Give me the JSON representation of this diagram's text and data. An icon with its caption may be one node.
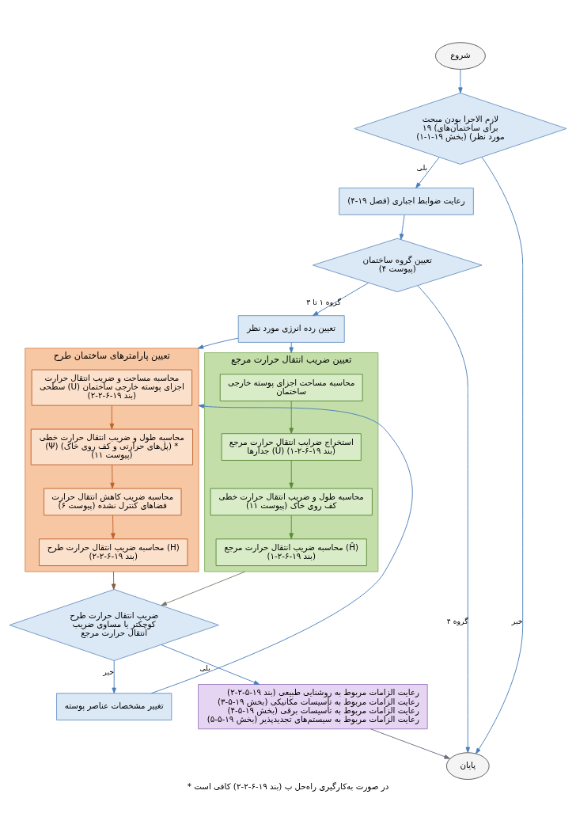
{
  "diagram": {
    "caption": "* در صورت به‌کارگیری راه‌حل ب (بند ۱۹-۶-۲-۲) کافی است",
    "nodes": [
      {
        "text": [
          "شروع"
        ]
      },
      {
        "text": [
          "لازم الاجرا بودن مبحث ۱۹ (برای ساختمان‌های مورد نظر) (بخش ۱۹-۱-۱)"
        ]
      },
      {
        "text": [
          "رعایت ضوابط اجباری (فصل ۱۹-۴)"
        ]
      },
      {
        "text": [
          "تعیین گروه ساختمان (پیوست ۴)"
        ]
      },
      {
        "text": [
          "تعیین رده انرژی مورد نظر"
        ]
      },
      {
        "text": [
          "تعیین پارامترهای ساختمان طرح"
        ]
      },
      {
        "text": [
          "محاسبه مساحت و ضریب انتقال حرارت سطحی (U) اجزای پوسته خارجی ساختمان (بند ۱۹-۶-۲-۲)"
        ],
        "in": 5
      },
      {
        "text": [
          "محاسبه طول و ضریب انتقال حرارت خطی (Ψ) (پل‌های حرارتی و کف روی خاک) * (پیوست ۱۱)"
        ],
        "in": 5
      },
      {
        "text": [
          "محاسبه ضریب کاهش انتقال حرارت فضاهای کنترل نشده (پیوست ۶)"
        ],
        "in": 5
      },
      {
        "text": [
          "محاسبه ضریب انتقال حرارت طرح (H) (بند ۱۹-۶-۲-۲)"
        ],
        "in": 5
      },
      {
        "text": [
          "تعیین ضریب انتقال حرارت مرجع"
        ]
      },
      {
        "text": [
          "محاسبه مساحت اجزای پوسته خارجی ساختمان"
        ],
        "in": 10
      },
      {
        "text": [
          "استخراج ضرایب انتقال حرارت مرجع جدارها (Ū) (بند ۱۹-۶-۲-۱)"
        ],
        "in": 10
      },
      {
        "text": [
          "محاسبه طول و ضریب انتقال حرارت خطی کف روی خاک (پیوست ۱۱)"
        ],
        "in": 10
      },
      {
        "text": [
          "محاسبه ضریب انتقال حرارت مرجع (Ĥ) (بند ۱۹-۶-۲-۱)"
        ],
        "in": 10
      },
      {
        "text": [
          "ضریب انتقال حرارت طرح کوچکتر یا مساوی ضریب انتقال حرارت مرجع"
        ]
      },
      {
        "text": [
          "تغییر مشخصات عناصر پوسته"
        ]
      },
      {
        "text": [
          "رعایت الزامات مربوط به روشنایی طبیعی (بند ۱۹-۵-۲-۲)",
          "رعایت الزامات مربوط به تأسیسات مکانیکی (بخش ۱۹-۵-۳)",
          "رعایت الزامات مربوط به تأسیسات برقی (بخش ۱۹-۵-۴)",
          "رعایت الزامات مربوط به سیستم‌های تجدیدپذیر (بخش ۱۹-۵-۵)"
        ]
      },
      {
        "text": [
          "پایان"
        ]
      }
    ],
    "edges": [
      {
        "from": 0,
        "to": 1,
        "arrow": "to"
      },
      {
        "from": 1,
        "to": 2,
        "arrow": "to",
        "label": "بلی"
      },
      {
        "from": 1,
        "to": 18,
        "arrow": "to",
        "label": "خیر"
      },
      {
        "from": 2,
        "to": 3,
        "arrow": "to"
      },
      {
        "from": 3,
        "to": 18,
        "arrow": "to",
        "label": "گروه ۴"
      },
      {
        "from": 3,
        "to": 4,
        "arrow": "to",
        "label": "گروه ۱ تا ۳"
      },
      {
        "from": 4,
        "to": 5,
        "arrow": "to"
      },
      {
        "from": 4,
        "to": 10,
        "arrow": "to"
      },
      {
        "from": 6,
        "to": 7,
        "arrow": "to",
        "color": "#c0632a"
      },
      {
        "from": 7,
        "to": 8,
        "arrow": "to",
        "color": "#c0632a"
      },
      {
        "from": 8,
        "to": 9,
        "arrow": "to",
        "color": "#c0632a"
      },
      {
        "from": 11,
        "to": 12,
        "arrow": "to",
        "color": "#5b8a3a"
      },
      {
        "from": 12,
        "to": 13,
        "arrow": "to",
        "color": "#5b8a3a"
      },
      {
        "from": 13,
        "to": 14,
        "arrow": "to",
        "color": "#5b8a3a"
      },
      {
        "from": 5,
        "to": 15,
        "arrow": "to",
        "color": "#8a5a3a"
      },
      {
        "from": 10,
        "to": 15,
        "arrow": "to",
        "color": "#7a7a6a"
      },
      {
        "from": 15,
        "to": 16,
        "arrow": "to",
        "label": "خیر"
      },
      {
        "from": 15,
        "to": 17,
        "arrow": "to",
        "label": "بلی"
      },
      {
        "from": 16,
        "to": 5,
        "arrow": "to"
      },
      {
        "from": 17,
        "to": 18,
        "arrow": "to",
        "color": "#6a6a80"
      }
    ]
  }
}
